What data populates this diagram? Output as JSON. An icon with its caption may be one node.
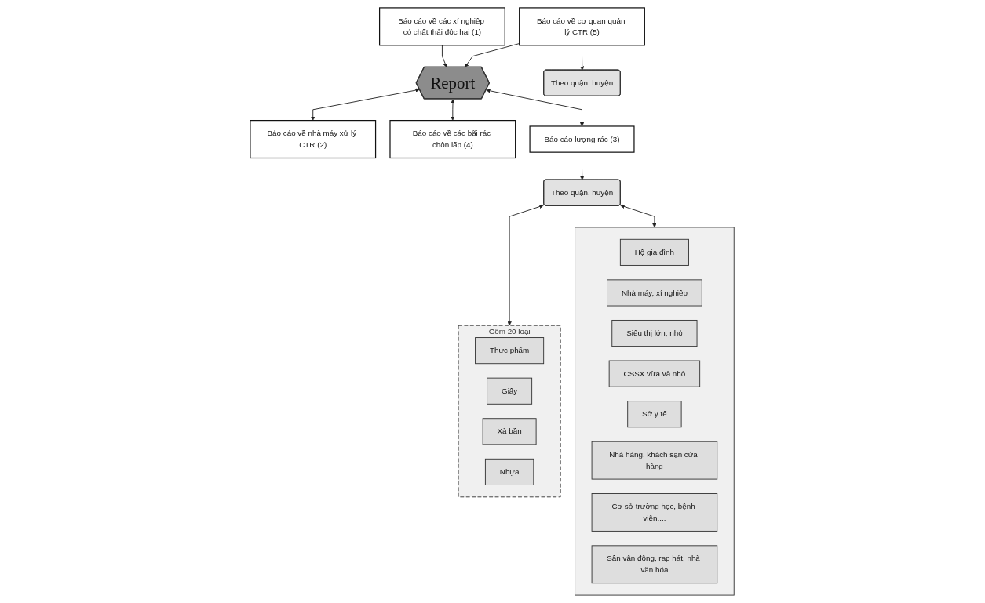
{
  "diagram": {
    "nodes": [
      {
        "text": [
          "Báo cáo về các xí nghiệp có chất thải độc hại (1)"
        ]
      },
      {
        "text": [
          "Báo cáo về cơ quan quản lý CTR (5)"
        ]
      },
      {
        "text": [
          "Report"
        ]
      },
      {
        "text": [
          "Báo cáo về nhà máy xử lý CTR (2)"
        ]
      },
      {
        "text": [
          "Theo quận, huyện"
        ]
      },
      {
        "text": [
          "Gồm 20 loại"
        ]
      },
      {
        "text": [
          "Thực phẩm"
        ],
        "in": 5
      },
      {
        "text": [
          "Giấy"
        ],
        "in": 5
      },
      {
        "text": [
          "Xà bần"
        ],
        "in": 5
      },
      {
        "text": [
          "Nhựa"
        ],
        "in": 5
      },
      {
        "text": [
          "Báo cáo về các bãi rác chôn lấp (4)"
        ]
      },
      {
        "text": [
          "Báo cáo lượng rác (3)"
        ]
      },
      {
        "text": [
          "Theo quận, huyện"
        ]
      },
      {
        "text": [],
        "shape": "box"
      },
      {
        "text": [
          "Hộ gia đình"
        ],
        "in": 13
      },
      {
        "text": [
          "Nhà máy, xí nghiệp"
        ],
        "in": 13
      },
      {
        "text": [
          "Siêu thị lớn, nhỏ"
        ],
        "in": 13
      },
      {
        "text": [
          "CSSX vừa và nhỏ"
        ],
        "in": 13
      },
      {
        "text": [
          "Sở y tế"
        ],
        "in": 13
      },
      {
        "text": [
          "Nhà hàng, khách sạn cửa hàng"
        ],
        "in": 13
      },
      {
        "text": [
          "Cơ sở trường học, bệnh viện,..."
        ],
        "in": 13
      },
      {
        "text": [
          "Sân vận động, rạp hát, nhà văn hóa"
        ],
        "in": 13
      }
    ],
    "edges": [
      {
        "from": 0,
        "to": 2,
        "arrow": "to"
      },
      {
        "from": 1,
        "to": 2,
        "arrow": "to"
      },
      {
        "from": 2,
        "to": 3,
        "arrow": "both"
      },
      {
        "from": 1,
        "to": 4,
        "arrow": "to"
      },
      {
        "from": 2,
        "to": 10,
        "arrow": "both"
      },
      {
        "from": 2,
        "to": 11,
        "arrow": "both"
      },
      {
        "from": 11,
        "to": 12,
        "arrow": "to"
      },
      {
        "from": 12,
        "to": 5,
        "arrow": "both"
      },
      {
        "from": 12,
        "to": 13,
        "arrow": "both"
      }
    ]
  }
}
